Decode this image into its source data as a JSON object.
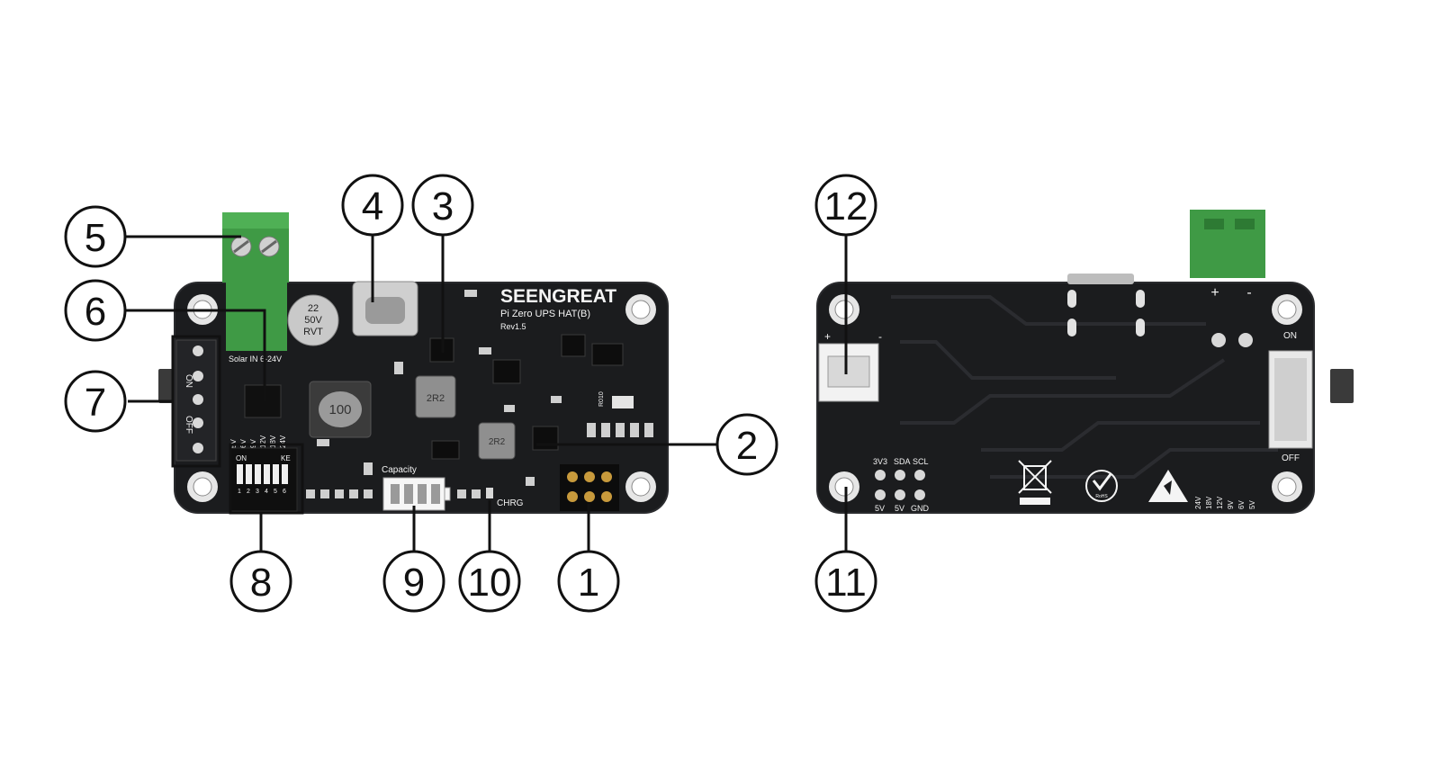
{
  "colors": {
    "pcb": "#1b1c1e",
    "pcb_edge": "#2a2b2e",
    "silkscreen": "#f4f4f4",
    "terminal_green": "#3f9a45",
    "pin_gold": "#c89a3c",
    "callout_line": "#111111"
  },
  "front": {
    "brand": "SEENGREAT",
    "model": "Pi Zero UPS HAT(B)",
    "revision": "Rev1.5",
    "solar_label": "Solar IN 6-24V",
    "capacity_label": "Capacity",
    "chrg_label": "CHRG",
    "switch_on": "ON",
    "switch_off": "OFF",
    "dip_on": "ON",
    "dip_ke": "KE",
    "dip_numbers": [
      "1",
      "2",
      "3",
      "4",
      "5",
      "6"
    ],
    "voltage_labels": [
      "5V",
      "6V",
      "9V",
      "12V",
      "18V",
      "24V"
    ],
    "inductor_1": "100",
    "inductor_2": "2R2",
    "inductor_3": "2R2",
    "capacitor": [
      "22",
      "50V",
      "RVT"
    ],
    "resistor": "R010"
  },
  "back": {
    "pin_top_labels": [
      "3V3",
      "SDA",
      "SCL"
    ],
    "pin_bottom_labels": [
      "5V",
      "5V",
      "GND"
    ],
    "terminal_plus": "+",
    "terminal_minus": "-",
    "battery_plus": "+",
    "battery_minus": "-",
    "switch_on": "ON",
    "switch_off": "OFF",
    "rohs": "RoHS",
    "voltage_labels": [
      "5V",
      "6V",
      "9V",
      "12V",
      "18V",
      "24V"
    ]
  },
  "callouts": [
    "1",
    "2",
    "3",
    "4",
    "5",
    "6",
    "7",
    "8",
    "9",
    "10",
    "11",
    "12"
  ]
}
